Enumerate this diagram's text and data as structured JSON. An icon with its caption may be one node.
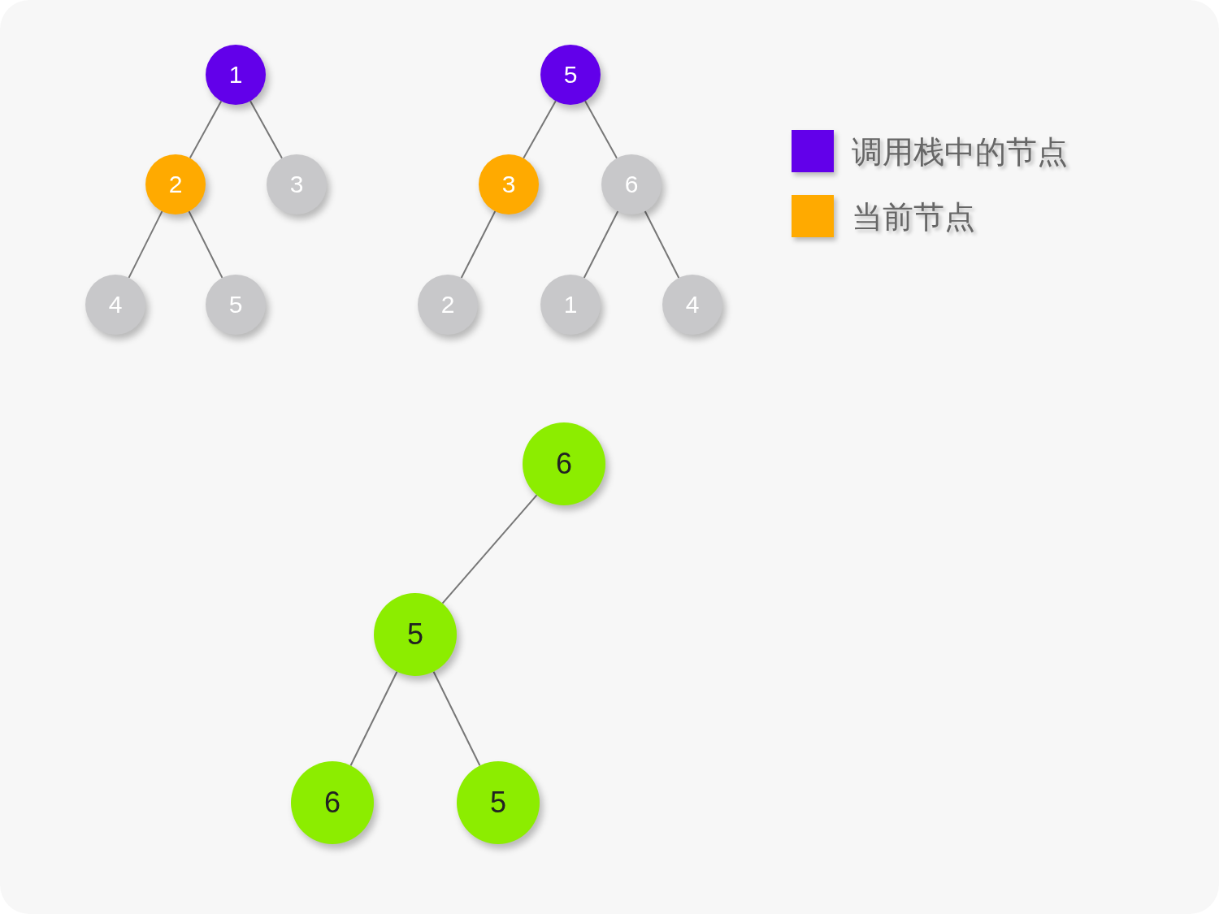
{
  "diagram": {
    "nodes": [
      {
        "text": [
          "1"
        ]
      },
      {
        "text": [
          "2"
        ]
      },
      {
        "text": [
          "3"
        ]
      },
      {
        "text": [
          "4"
        ]
      },
      {
        "text": [
          "5"
        ]
      },
      {
        "text": [
          "5"
        ]
      },
      {
        "text": [
          "3"
        ]
      },
      {
        "text": [
          "6"
        ]
      },
      {
        "text": [
          "2"
        ]
      },
      {
        "text": [
          "1"
        ]
      },
      {
        "text": [
          "4"
        ]
      },
      {
        "text": [
          "6"
        ]
      },
      {
        "text": [
          "5"
        ]
      },
      {
        "text": [
          "6"
        ]
      },
      {
        "text": [
          "5"
        ]
      }
    ],
    "edges": [
      {
        "from": 0,
        "to": 1,
        "arrow": "none"
      },
      {
        "from": 0,
        "to": 2,
        "arrow": "none"
      },
      {
        "from": 1,
        "to": 3,
        "arrow": "none"
      },
      {
        "from": 1,
        "to": 4,
        "arrow": "none"
      },
      {
        "from": 5,
        "to": 6,
        "arrow": "none"
      },
      {
        "from": 5,
        "to": 7,
        "arrow": "none"
      },
      {
        "from": 6,
        "to": 8,
        "arrow": "none"
      },
      {
        "from": 7,
        "to": 9,
        "arrow": "none"
      },
      {
        "from": 7,
        "to": 10,
        "arrow": "none"
      },
      {
        "from": 11,
        "to": 12,
        "arrow": "none"
      },
      {
        "from": 12,
        "to": 13,
        "arrow": "none"
      },
      {
        "from": 12,
        "to": 14,
        "arrow": "none"
      }
    ],
    "legend": [
      {
        "text": "调用栈中的节点",
        "color": "#6200ea"
      },
      {
        "text": "当前节点",
        "color": "#ffaa00"
      }
    ]
  }
}
